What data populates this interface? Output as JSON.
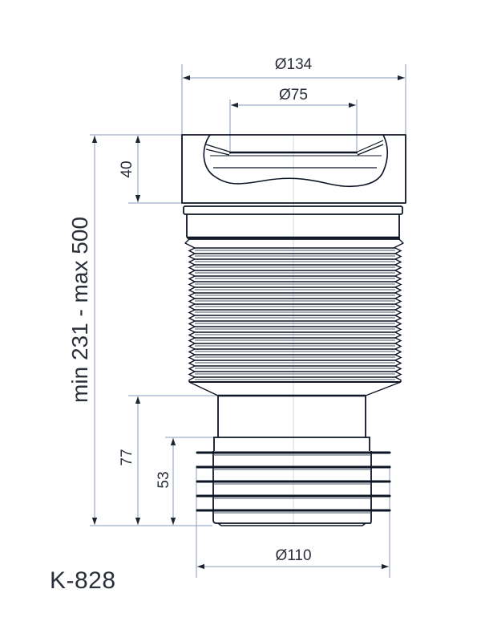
{
  "title": "K-828",
  "colors": {
    "outline": "#0d1424",
    "dimension_line": "#8a9bb8",
    "text": "#2a2f3a",
    "background": "#ffffff"
  },
  "dimensions": {
    "top_outer_diameter": "Ø134",
    "top_inner_diameter": "Ø75",
    "bottom_diameter": "Ø110",
    "cap_height": "40",
    "overall_length": "min 231 - max 500",
    "outlet_length": "77",
    "seal_length": "53"
  },
  "parts": {
    "top_cap": "socket-cap",
    "corrugated_section": "flexible-corrugation",
    "outlet": "ribbed-outlet-seal",
    "corrugation_ribs": 24,
    "outlet_fins": 5
  }
}
